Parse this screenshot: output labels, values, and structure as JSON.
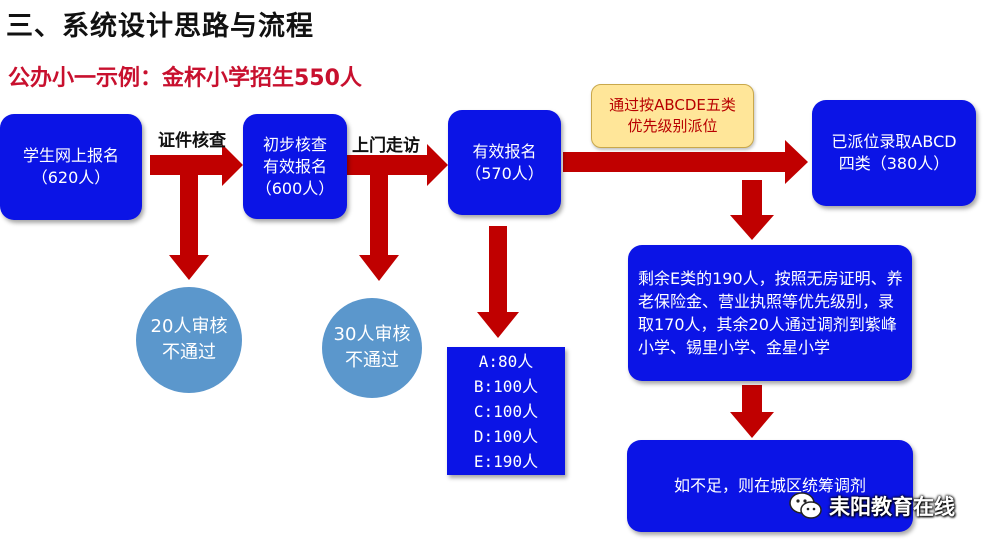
{
  "header": {
    "title": "三、系统设计思路与流程",
    "subtitle": "公办小一示例：金杯小学招生550人"
  },
  "nodes": {
    "online": "学生网上报名\n（620人）",
    "initial": "初步核查\n有效报名\n（600人）",
    "valid": "有效报名\n（570人）",
    "assigned": "已派位录取ABCD\n四类（380人）",
    "remaining": "剩余E类的190人，按照无房证明、养老保险金、营业执照等优先级别，录取170人，其余20人通过调剂到紫峰小学、锡里小学、金星小学",
    "insufficient": "如不足，则在城区统筹调剂"
  },
  "edges": {
    "check_docs": "证件核查",
    "home_visit": "上门走访",
    "priority": "通过按ABCDE五类\n优先级别派位"
  },
  "rejects": {
    "r1": "20人审核\n不通过",
    "r2": "30人审核\n不通过"
  },
  "categories": [
    "A:80人",
    "B:100人",
    "C:100人",
    "D:100人",
    "E:190人"
  ],
  "watermark": {
    "text": "耒阳教育在线",
    "icon": "wechat-icon"
  },
  "colors": {
    "box": "#0b14e6",
    "arrow": "#c00000",
    "circle": "#5b97cc",
    "note": "#ffe699",
    "subtitle": "#c8102e"
  }
}
